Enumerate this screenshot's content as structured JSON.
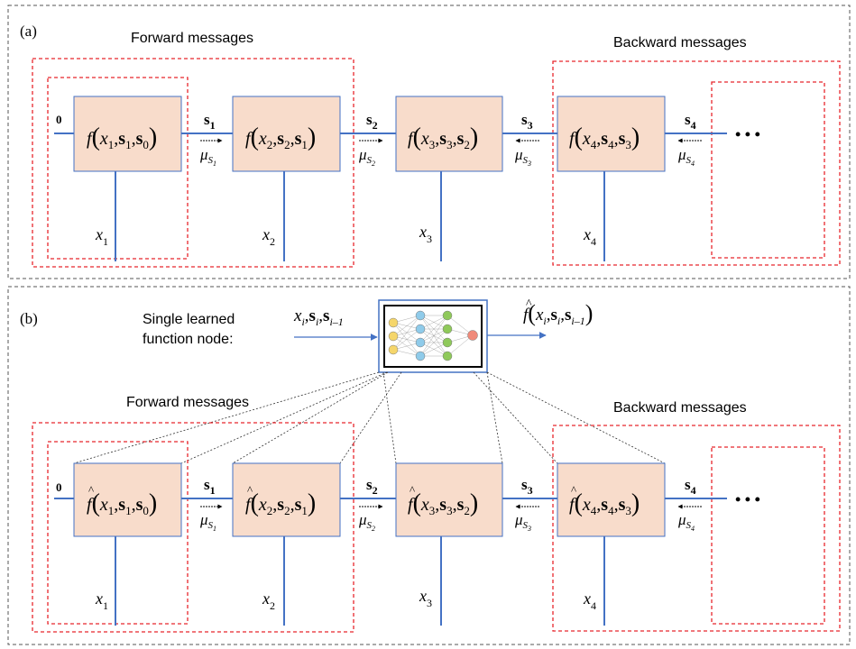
{
  "panel_a": {
    "label": "(a)",
    "forward_label": "Forward messages",
    "backward_label": "Backward messages",
    "initial_state": "0",
    "ellipsis": "• • •",
    "nodes": [
      {
        "func": "f",
        "x": "x",
        "xsub": "1",
        "s": "s",
        "ssub": "1",
        "sp": "s",
        "spsub": "0"
      },
      {
        "func": "f",
        "x": "x",
        "xsub": "2",
        "s": "s",
        "ssub": "2",
        "sp": "s",
        "spsub": "1"
      },
      {
        "func": "f",
        "x": "x",
        "xsub": "3",
        "s": "s",
        "ssub": "3",
        "sp": "s",
        "spsub": "2"
      },
      {
        "func": "f",
        "x": "x",
        "xsub": "4",
        "s": "s",
        "ssub": "4",
        "sp": "s",
        "spsub": "3"
      }
    ],
    "inputs": [
      {
        "x": "x",
        "sub": "1"
      },
      {
        "x": "x",
        "sub": "2"
      },
      {
        "x": "x",
        "sub": "3"
      },
      {
        "x": "x",
        "sub": "4"
      }
    ],
    "edges": [
      {
        "s": "s",
        "sub": "1",
        "mu": "μ",
        "musub": "S",
        "musubsub": "1"
      },
      {
        "s": "s",
        "sub": "2",
        "mu": "μ",
        "musub": "S",
        "musubsub": "2"
      },
      {
        "s": "s",
        "sub": "3",
        "mu": "μ",
        "musub": "S",
        "musubsub": "3"
      },
      {
        "s": "s",
        "sub": "4",
        "mu": "μ",
        "musub": "S",
        "musubsub": "4"
      }
    ]
  },
  "panel_b": {
    "label": "(b)",
    "learned_node_line1": "Single learned",
    "learned_node_line2": "function node:",
    "nn_input": {
      "x": "x",
      "xsub": "i",
      "s": "s",
      "ssub": "i",
      "sp": "s",
      "spsub": "i–1"
    },
    "nn_output": {
      "func": "f",
      "x": "x",
      "xsub": "i",
      "s": "s",
      "ssub": "i",
      "sp": "s",
      "spsub": "i–1"
    },
    "forward_label": "Forward messages",
    "backward_label": "Backward messages",
    "initial_state": "0",
    "ellipsis": "• • •",
    "nodes": [
      {
        "func": "f",
        "x": "x",
        "xsub": "1",
        "s": "s",
        "ssub": "1",
        "sp": "s",
        "spsub": "0"
      },
      {
        "func": "f",
        "x": "x",
        "xsub": "2",
        "s": "s",
        "ssub": "2",
        "sp": "s",
        "spsub": "1"
      },
      {
        "func": "f",
        "x": "x",
        "xsub": "3",
        "s": "s",
        "ssub": "3",
        "sp": "s",
        "spsub": "2"
      },
      {
        "func": "f",
        "x": "x",
        "xsub": "4",
        "s": "s",
        "ssub": "4",
        "sp": "s",
        "spsub": "3"
      }
    ],
    "inputs": [
      {
        "x": "x",
        "sub": "1"
      },
      {
        "x": "x",
        "sub": "2"
      },
      {
        "x": "x",
        "sub": "3"
      },
      {
        "x": "x",
        "sub": "4"
      }
    ],
    "edges": [
      {
        "s": "s",
        "sub": "1",
        "mu": "μ",
        "musub": "S",
        "musubsub": "1"
      },
      {
        "s": "s",
        "sub": "2",
        "mu": "μ",
        "musub": "S",
        "musubsub": "2"
      },
      {
        "s": "s",
        "sub": "3",
        "mu": "μ",
        "musub": "S",
        "musubsub": "3"
      },
      {
        "s": "s",
        "sub": "4",
        "mu": "μ",
        "musub": "S",
        "musubsub": "4"
      }
    ]
  },
  "colors": {
    "node_fill": "#f8dccb",
    "line_blue": "#4472c4",
    "dashed_red": "#e8262c",
    "frame_gray": "#555555",
    "nn_yellow": "#f5d66b",
    "nn_blue": "#8fcbea",
    "nn_green": "#8fc95a",
    "nn_red": "#f08a7a"
  }
}
